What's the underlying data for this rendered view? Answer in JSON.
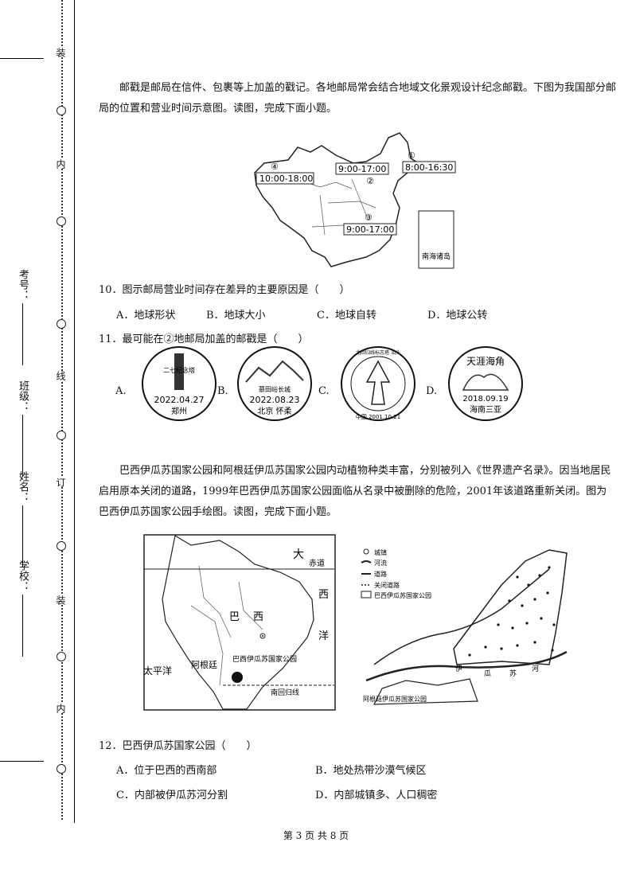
{
  "binding": {
    "labels": [
      "装",
      "内",
      "线",
      "订",
      "装",
      "内"
    ],
    "fields": [
      "学校：",
      "姓名：",
      "班级：",
      "考号："
    ]
  },
  "passage1": "邮戳是邮局在信件、包裹等上加盖的戳记。各地邮局常会结合地域文化景观设计纪念邮戳。下图为我国部分邮局的位置和营业时间示意图。读图，完成下面小题。",
  "map1": {
    "t1": "10:00-18:00",
    "t2": "9:00-17:00",
    "t3": "8:00-16:30",
    "t4": "9:00-17:00",
    "n1": "①",
    "n2": "②",
    "n3": "③",
    "n4": "④",
    "inset": "南海诸岛"
  },
  "q10": {
    "stem": "10．图示邮局营业时间存在差异的主要原因是（　　）",
    "options": [
      "A．地球形状",
      "B．地球大小",
      "C．地球自转",
      "D．地球公转"
    ]
  },
  "q11": {
    "stem": "11．最可能在②地邮局加盖的邮戳是（　　）",
    "labels": [
      "A.",
      "B.",
      "C.",
      "D."
    ],
    "stampA": {
      "top": "二七纪念塔",
      "date": "2022.04.27",
      "place": "郑州"
    },
    "stampB": {
      "top": "慕田峪长城",
      "date": "2022.08.23",
      "place": "北京 怀柔"
    },
    "stampC": {
      "ring": "北回归线标志塔 汕头",
      "date": "中国 2001.10.21"
    },
    "stampD": {
      "top": "天涯海角",
      "date": "2018.09.19",
      "place": "海南三亚"
    }
  },
  "passage2": "巴西伊瓜苏国家公园和阿根廷伊瓜苏国家公园内动植物种类丰富，分别被列入《世界遗产名录》。因当地居民启用原本关闭的道路，1999年巴西伊瓜苏国家公园面临从名录中被删除的危险，2001年该道路重新关闭。图为巴西伊瓜苏国家公园手绘图。读图，完成下面小题。",
  "map2": {
    "da": "大",
    "chidao": "赤道",
    "xi": "西",
    "yang": "洋",
    "ba": "巴",
    "xi2": "西",
    "park": "巴西伊瓜苏国家公园",
    "tai": "太平洋",
    "agt": "阿根廷",
    "tropic": "南回归线"
  },
  "map3": {
    "legend": [
      "城镇",
      "河流",
      "道路",
      "关闭道路",
      "巴西伊瓜苏国家公园"
    ],
    "river": [
      "伊",
      "瓜",
      "苏",
      "河"
    ],
    "argpark": "阿根廷伊瓜苏国家公园"
  },
  "q12": {
    "stem": "12．巴西伊瓜苏国家公园（　　）",
    "options": [
      "A．位于巴西的西南部",
      "B．地处热带沙漠气候区",
      "C．内部被伊瓜苏河分割",
      "D．内部城镇多、人口稠密"
    ]
  },
  "footer": "第 3 页 共 8 页"
}
